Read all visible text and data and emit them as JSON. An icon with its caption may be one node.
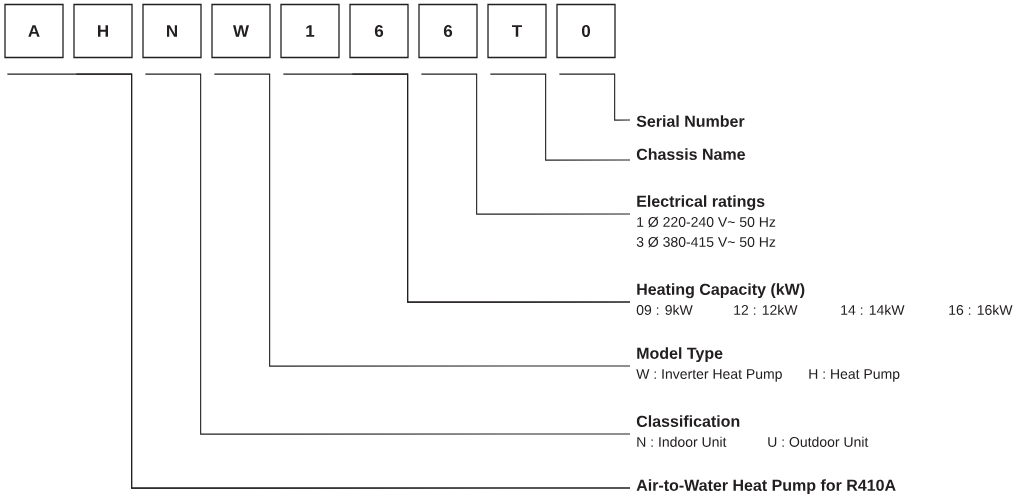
{
  "diagram": {
    "nodes": [
      {
        "text": [
          "A"
        ]
      },
      {
        "text": [
          "H"
        ]
      },
      {
        "text": [
          "N"
        ]
      },
      {
        "text": [
          "W"
        ]
      },
      {
        "text": [
          "1"
        ]
      },
      {
        "text": [
          "6"
        ]
      },
      {
        "text": [
          "6"
        ]
      },
      {
        "text": [
          "T"
        ]
      },
      {
        "text": [
          "0"
        ]
      },
      {
        "text": [
          "Serial Number"
        ]
      },
      {
        "text": [
          "Chassis Name"
        ]
      },
      {
        "text": [
          "Electrical ratings",
          "1 Ø 220-240 V~ 50 Hz",
          "3 Ø 380-415 V~ 50 Hz"
        ]
      },
      {
        "text": [
          "Heating Capacity (kW)",
          "09 : 9kW",
          "12 : 12kW",
          "14 : 14kW",
          "16 : 16kW"
        ]
      },
      {
        "text": [
          "Model Type",
          "W : Inverter Heat Pump",
          "H : Heat Pump"
        ]
      },
      {
        "text": [
          "Classification",
          "N : Indoor Unit",
          "U : Outdoor Unit"
        ]
      },
      {
        "text": [
          "Air-to-Water Heat Pump for R410A"
        ]
      }
    ],
    "edges": [
      {
        "from": 8,
        "to": 9,
        "arrow": "none"
      },
      {
        "from": 7,
        "to": 10,
        "arrow": "none"
      },
      {
        "from": 6,
        "to": 11,
        "arrow": "none"
      },
      {
        "from": 4,
        "to": 12,
        "arrow": "none"
      },
      {
        "from": 5,
        "to": 12,
        "arrow": "none"
      },
      {
        "from": 3,
        "to": 13,
        "arrow": "none"
      },
      {
        "from": 2,
        "to": 14,
        "arrow": "none"
      },
      {
        "from": 0,
        "to": 15,
        "arrow": "none"
      },
      {
        "from": 1,
        "to": 15,
        "arrow": "none"
      }
    ]
  }
}
